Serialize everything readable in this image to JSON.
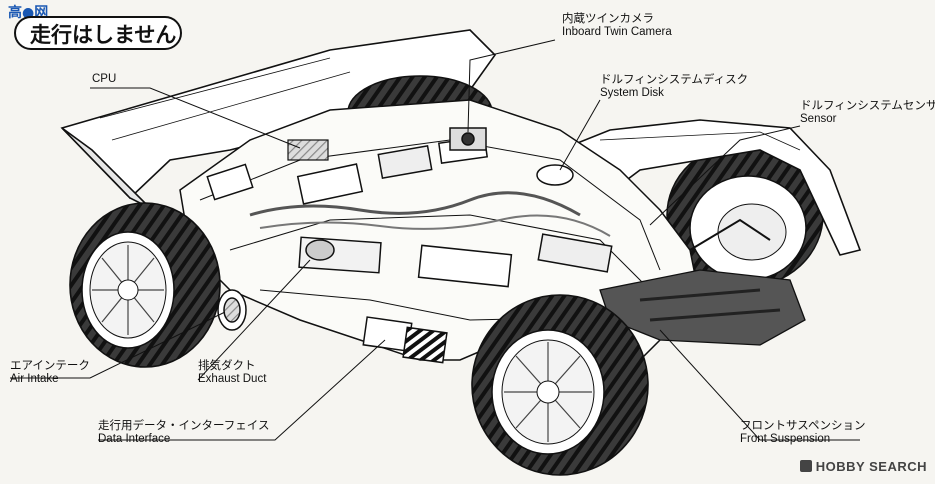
{
  "title": "走行はしません",
  "logo_text": "高●网",
  "watermark": "HOBBY SEARCH",
  "callouts": {
    "camera": {
      "ja": "内蔵ツインカメラ",
      "en": "Inboard Twin Camera"
    },
    "cpu": {
      "en": "CPU"
    },
    "disk": {
      "ja": "ドルフィンシステムディスク",
      "en": "System Disk"
    },
    "sensor": {
      "ja": "ドルフィンシステムセンサー",
      "en": "Sensor"
    },
    "intake": {
      "ja": "エアインテーク",
      "en": "Air Intake"
    },
    "exhaust": {
      "ja": "排気ダクト",
      "en": "Exhaust Duct"
    },
    "data": {
      "ja": "走行用データ・インターフェイス",
      "en": "Data Interface"
    },
    "suspension": {
      "ja": "フロントサスペンション",
      "en": "Front Suspension"
    }
  },
  "colors": {
    "ink": "#111111",
    "paper": "#f6f5f1",
    "tire": "#2a2a2a",
    "logo": "#1a58b3"
  }
}
